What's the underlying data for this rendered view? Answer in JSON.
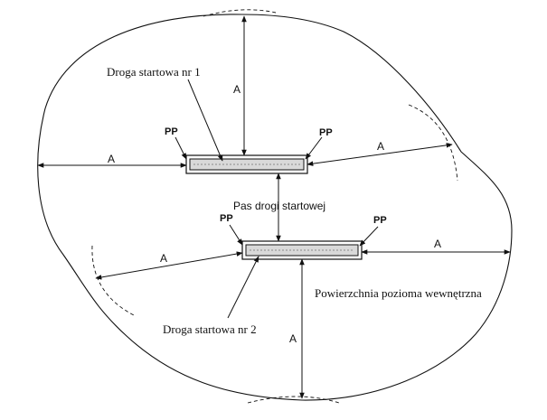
{
  "labels": {
    "runway_1": "Droga startowa nr 1",
    "runway_2": "Droga startowa nr 2",
    "runway_strip": "Pas drogi startowej",
    "inner_horizontal_surface": "Powierzchnia pozioma wewnętrzna",
    "pp": "PP",
    "a": "A"
  }
}
